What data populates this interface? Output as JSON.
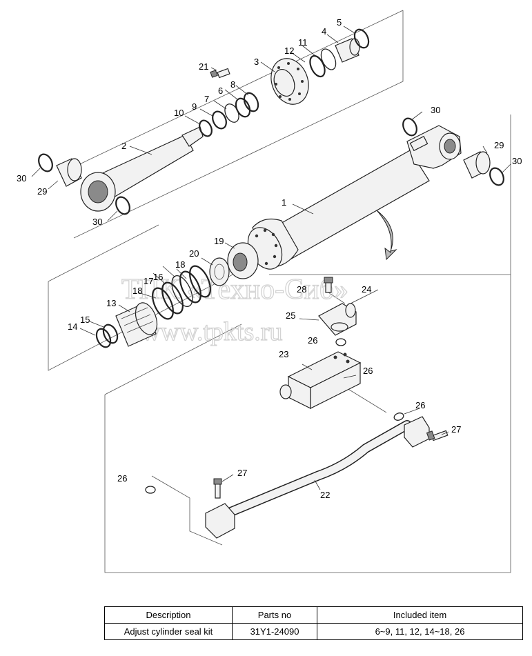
{
  "watermark": {
    "line1": "ТПК «Техно-Сиб»",
    "line2": "www.tpkts.ru"
  },
  "callouts": [
    {
      "id": "c1",
      "text": "1"
    },
    {
      "id": "c2",
      "text": "2"
    },
    {
      "id": "c3",
      "text": "3"
    },
    {
      "id": "c4",
      "text": "4"
    },
    {
      "id": "c5",
      "text": "5"
    },
    {
      "id": "c6",
      "text": "6"
    },
    {
      "id": "c7",
      "text": "7"
    },
    {
      "id": "c8",
      "text": "8"
    },
    {
      "id": "c9",
      "text": "9"
    },
    {
      "id": "c10",
      "text": "10"
    },
    {
      "id": "c11",
      "text": "11"
    },
    {
      "id": "c12",
      "text": "12"
    },
    {
      "id": "c13",
      "text": "13"
    },
    {
      "id": "c14",
      "text": "14"
    },
    {
      "id": "c15",
      "text": "15"
    },
    {
      "id": "c16",
      "text": "16"
    },
    {
      "id": "c17",
      "text": "17"
    },
    {
      "id": "c18a",
      "text": "18"
    },
    {
      "id": "c18b",
      "text": "18"
    },
    {
      "id": "c19",
      "text": "19"
    },
    {
      "id": "c20",
      "text": "20"
    },
    {
      "id": "c21",
      "text": "21"
    },
    {
      "id": "c22",
      "text": "22"
    },
    {
      "id": "c23",
      "text": "23"
    },
    {
      "id": "c24",
      "text": "24"
    },
    {
      "id": "c25",
      "text": "25"
    },
    {
      "id": "c26a",
      "text": "26"
    },
    {
      "id": "c26b",
      "text": "26"
    },
    {
      "id": "c26c",
      "text": "26"
    },
    {
      "id": "c26d",
      "text": "26"
    },
    {
      "id": "c27a",
      "text": "27"
    },
    {
      "id": "c27b",
      "text": "27"
    },
    {
      "id": "c28",
      "text": "28"
    },
    {
      "id": "c29a",
      "text": "29"
    },
    {
      "id": "c29b",
      "text": "29"
    },
    {
      "id": "c30a",
      "text": "30"
    },
    {
      "id": "c30b",
      "text": "30"
    },
    {
      "id": "c30c",
      "text": "30"
    },
    {
      "id": "c30d",
      "text": "30"
    }
  ],
  "kit_table": {
    "headers": [
      "Description",
      "Parts no",
      "Included item"
    ],
    "rows": [
      [
        "Adjust cylinder seal kit",
        "31Y1-24090",
        "6~9, 11, 12, 14~18, 26"
      ]
    ]
  }
}
